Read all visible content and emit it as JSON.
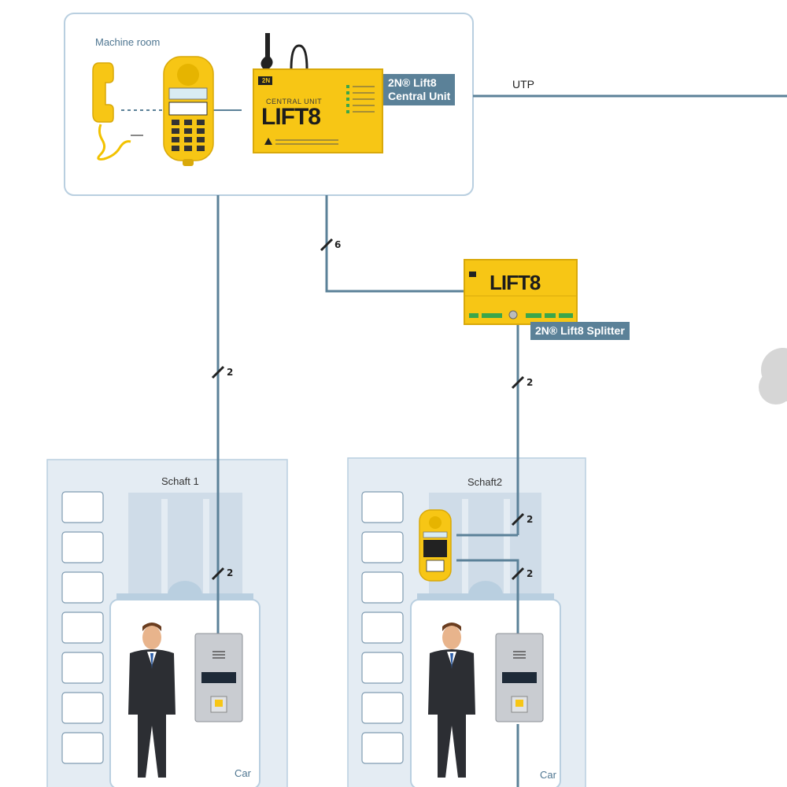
{
  "machine_room": {
    "label": "Machine room"
  },
  "central_unit": {
    "brand": "2N",
    "device_caption": "CENTRAL UNIT",
    "device_logo": "LIFT8",
    "tag": "2N® Lift8\nCentral Unit"
  },
  "uplink": {
    "label": "UTP"
  },
  "splitter": {
    "device_logo": "LIFT8",
    "tag": "2N® Lift8 Splitter"
  },
  "wires": {
    "central_to_splitter": "6",
    "central_to_shaft1": "2",
    "shaft1_to_car": "2",
    "splitter_to_shaft2": "2",
    "shaft2_panel_top": "2",
    "shaft2_panel_bottom": "2"
  },
  "shafts": [
    {
      "label": "Schaft 1",
      "car_label": "Car"
    },
    {
      "label": "Schaft2",
      "car_label": "Car"
    }
  ],
  "colors": {
    "wire": "#5b8198",
    "device_yellow": "#f7c615",
    "box_border": "#b9cfe0",
    "shaft_fill": "#e4ecf3"
  },
  "icons": [
    "handset-icon",
    "service-phone-icon",
    "antenna-icon",
    "man-figure-icon",
    "intercom-panel-icon",
    "cloud-icon"
  ]
}
